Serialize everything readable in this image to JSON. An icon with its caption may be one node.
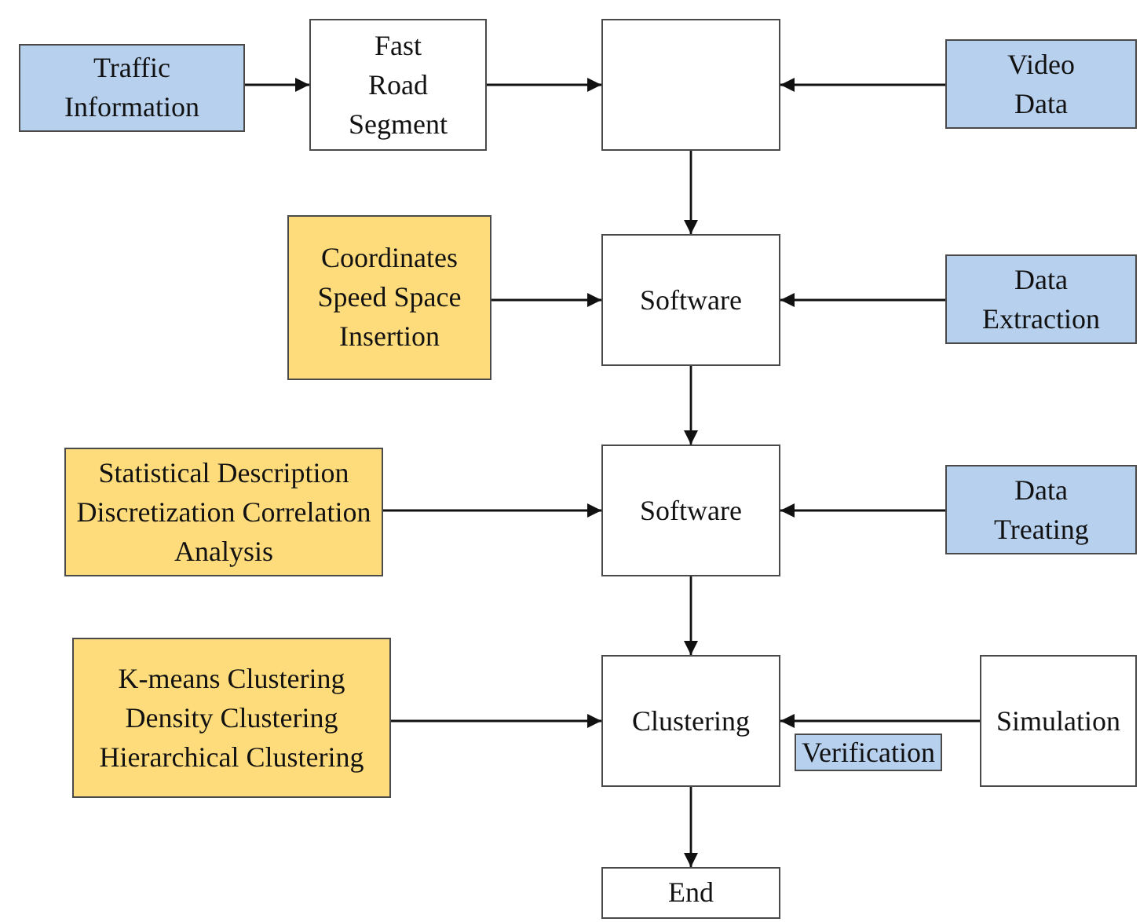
{
  "diagram": {
    "nodes": [
      {
        "text": [
          "Traffic Information"
        ]
      },
      {
        "text": [
          "Fast Road Segment"
        ]
      },
      {
        "text": [],
        "shape": "box"
      },
      {
        "text": [
          "Video Data"
        ]
      },
      {
        "text": [
          "Coordinates Speed Space Insertion"
        ]
      },
      {
        "text": [
          "Software"
        ]
      },
      {
        "text": [
          "Data Extraction"
        ]
      },
      {
        "text": [
          "Statistical Description Discretization Correlation Analysis"
        ]
      },
      {
        "text": [
          "Software"
        ]
      },
      {
        "text": [
          "Data Treating"
        ]
      },
      {
        "text": [
          "K-means Clustering Density Clustering Hierarchical Clustering"
        ]
      },
      {
        "text": [
          "Clustering"
        ]
      },
      {
        "text": [
          "Simulation"
        ]
      },
      {
        "text": [
          "End"
        ]
      }
    ],
    "edges": [
      {
        "from": 0,
        "to": 1,
        "arrow": "to"
      },
      {
        "from": 1,
        "to": 2,
        "arrow": "to"
      },
      {
        "from": 3,
        "to": 2,
        "arrow": "to"
      },
      {
        "from": 2,
        "to": 5,
        "arrow": "to"
      },
      {
        "from": 4,
        "to": 5,
        "arrow": "to"
      },
      {
        "from": 6,
        "to": 5,
        "arrow": "to"
      },
      {
        "from": 5,
        "to": 8,
        "arrow": "to"
      },
      {
        "from": 7,
        "to": 8,
        "arrow": "to"
      },
      {
        "from": 9,
        "to": 8,
        "arrow": "to"
      },
      {
        "from": 8,
        "to": 11,
        "arrow": "to"
      },
      {
        "from": 10,
        "to": 11,
        "arrow": "to"
      },
      {
        "from": 12,
        "to": 11,
        "arrow": "to",
        "label": "Verification"
      },
      {
        "from": 11,
        "to": 13,
        "arrow": "to"
      }
    ]
  }
}
